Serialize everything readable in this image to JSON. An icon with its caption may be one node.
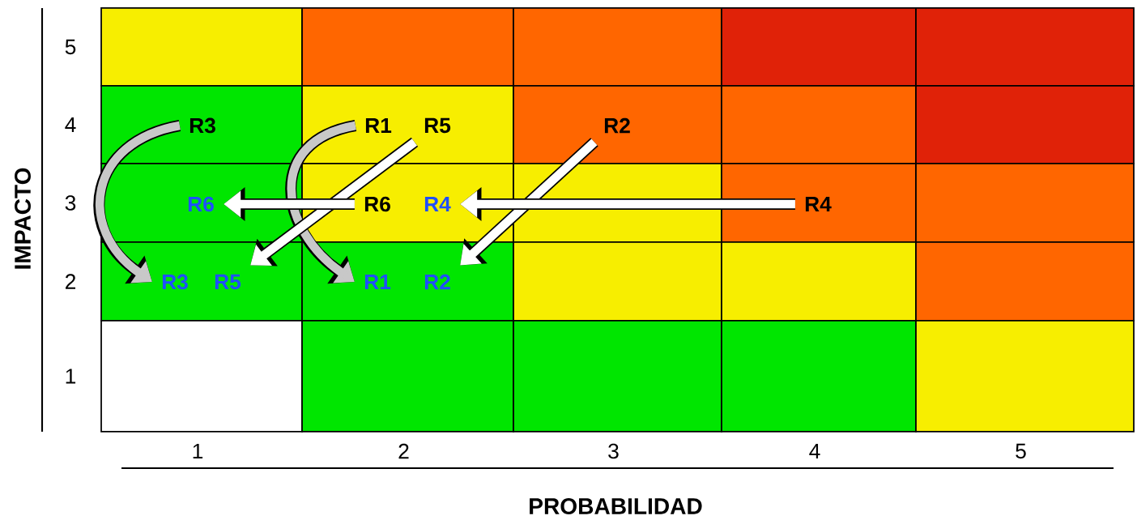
{
  "diagram": {
    "nodes": [
      {
        "text": [
          "R3"
        ]
      },
      {
        "text": [
          "R1"
        ]
      },
      {
        "text": [
          "R5"
        ]
      },
      {
        "text": [
          "R2"
        ]
      },
      {
        "text": [
          "R6"
        ]
      },
      {
        "text": [
          "R6"
        ]
      },
      {
        "text": [
          "R4"
        ]
      },
      {
        "text": [
          "R4"
        ]
      },
      {
        "text": [
          "R3"
        ]
      },
      {
        "text": [
          "R5"
        ]
      },
      {
        "text": [
          "R1"
        ]
      },
      {
        "text": [
          "R2"
        ]
      }
    ],
    "edges": [
      {
        "from": 0,
        "to": 8,
        "arrow": "to",
        "color": "#c8c8c8"
      },
      {
        "from": 1,
        "to": 10,
        "arrow": "to",
        "color": "#c8c8c8"
      },
      {
        "from": 2,
        "to": 9,
        "arrow": "to"
      },
      {
        "from": 3,
        "to": 11,
        "arrow": "to"
      },
      {
        "from": 5,
        "to": 4,
        "arrow": "to"
      },
      {
        "from": 7,
        "to": 6,
        "arrow": "to"
      }
    ],
    "labels": [
      "5",
      "4",
      "3",
      "2",
      "1",
      "IMPACTO",
      "1",
      "2",
      "3",
      "4",
      "5",
      "PROBABILIDAD"
    ]
  }
}
